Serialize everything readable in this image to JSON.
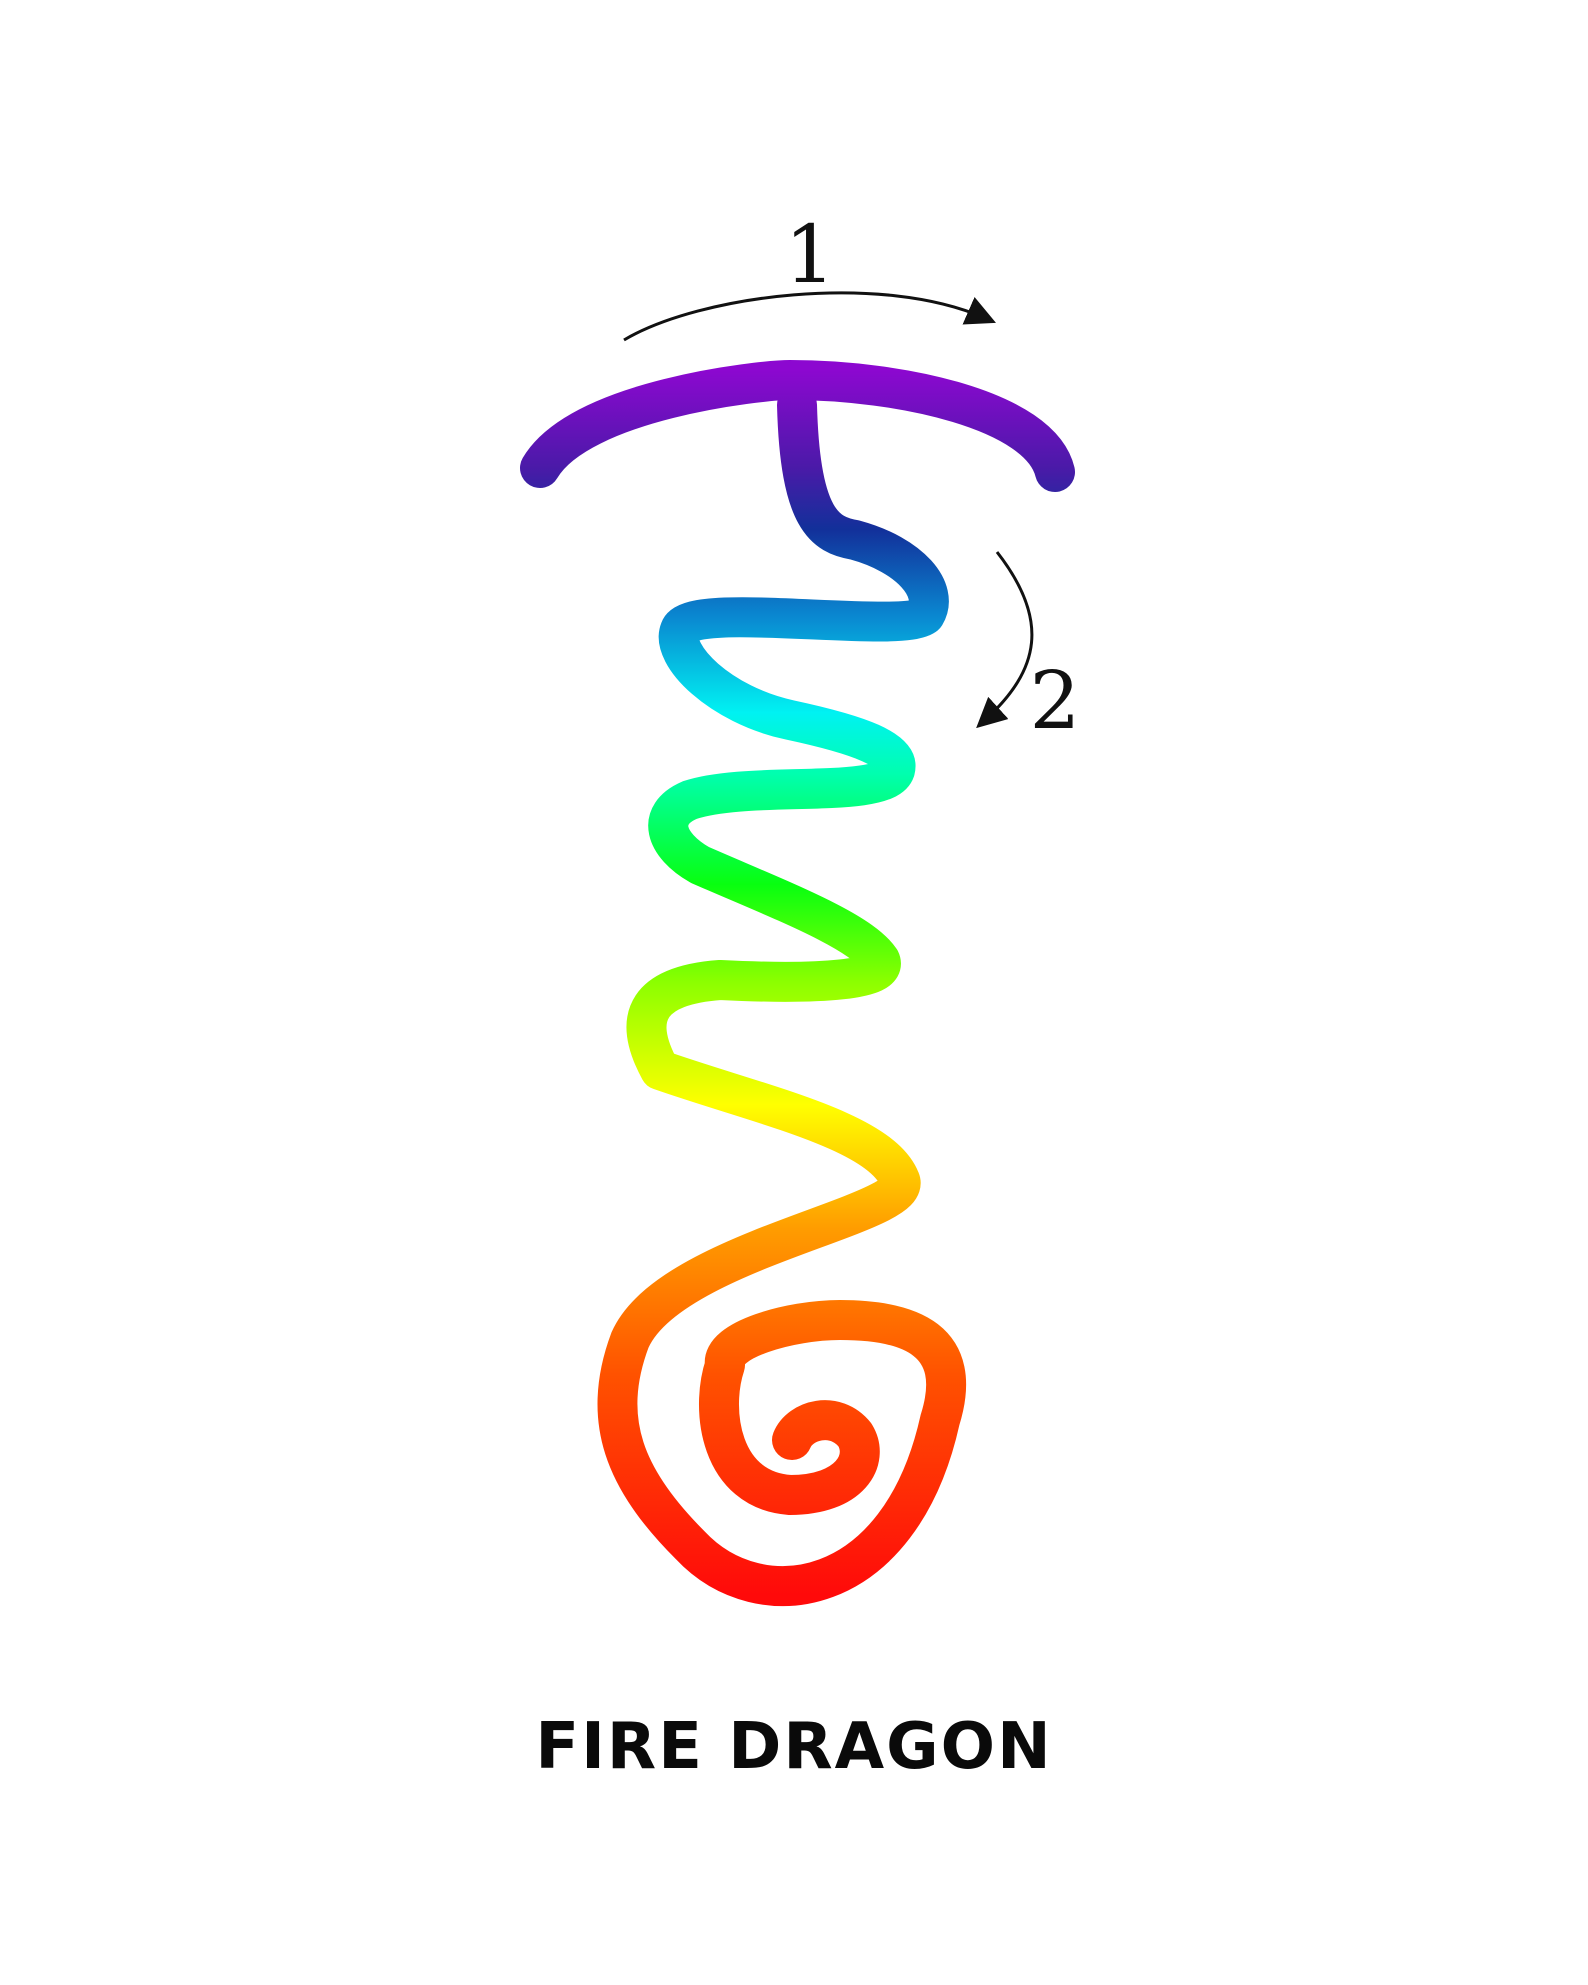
{
  "title": "FIRE DRAGON",
  "step_labels": {
    "first": "1",
    "second": "2"
  },
  "colors": {
    "background": "#ffffff",
    "title_text": "#0a0a0a",
    "arrow": "#111111",
    "gradient_stops": [
      "#8c08d0",
      "#4a1aa8",
      "#12309a",
      "#0a86d0",
      "#00f2f2",
      "#00ffae",
      "#08ff10",
      "#8cff00",
      "#ffff00",
      "#ff9d00",
      "#ff5200",
      "#ff0a0a"
    ]
  },
  "icons": [
    "arrow-right-curved-icon",
    "arrow-down-curved-icon"
  ]
}
